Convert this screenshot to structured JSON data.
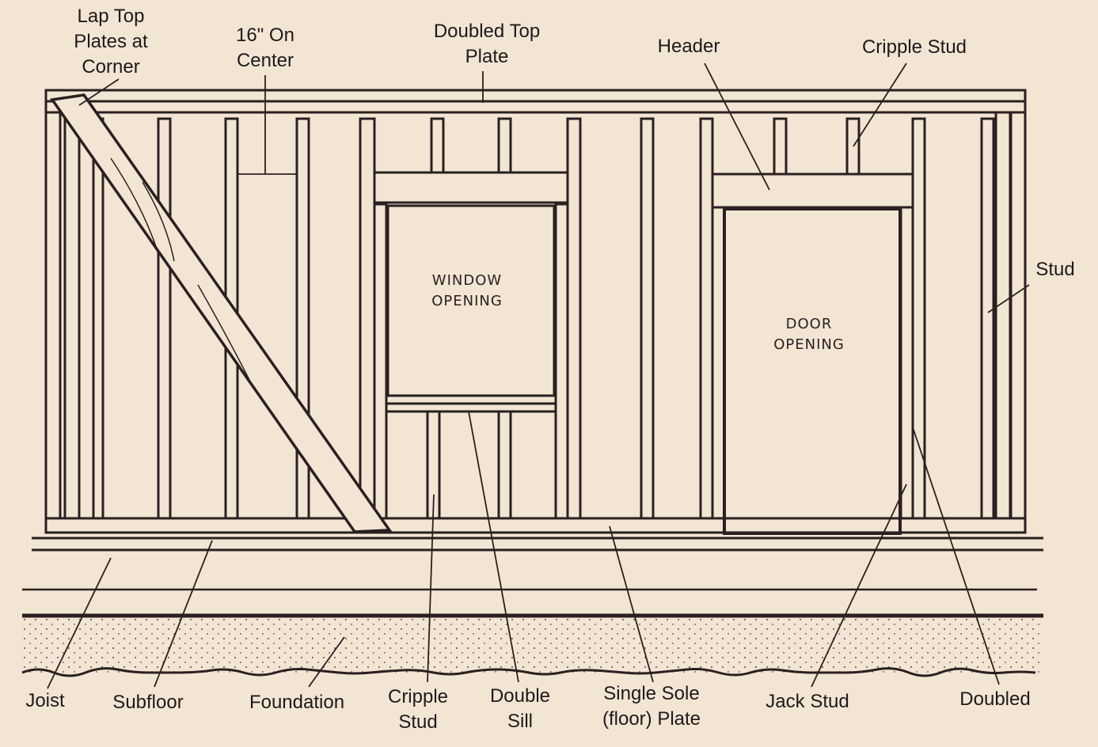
{
  "labels": {
    "lap_top": [
      "Lap Top",
      "Plates at",
      "Corner"
    ],
    "on_center": [
      "16\" On",
      "Center"
    ],
    "doubled_top_plate": [
      "Doubled Top",
      "Plate"
    ],
    "header": "Header",
    "cripple_stud_top": "Cripple Stud",
    "stud": "Stud",
    "window_opening": [
      "WINDOW",
      "OPENING"
    ],
    "door_opening": [
      "DOOR",
      "OPENING"
    ],
    "joist": "Joist",
    "subfloor": "Subfloor",
    "foundation": "Foundation",
    "cripple_stud_bottom": [
      "Cripple",
      "Stud"
    ],
    "double_sill": [
      "Double",
      "Sill"
    ],
    "sole_plate": [
      "Single Sole",
      "(floor) Plate"
    ],
    "jack_stud": "Jack Stud",
    "doubled": "Doubled"
  },
  "colors": {
    "background": "#f3e5d3",
    "ink": "#2a2020"
  }
}
